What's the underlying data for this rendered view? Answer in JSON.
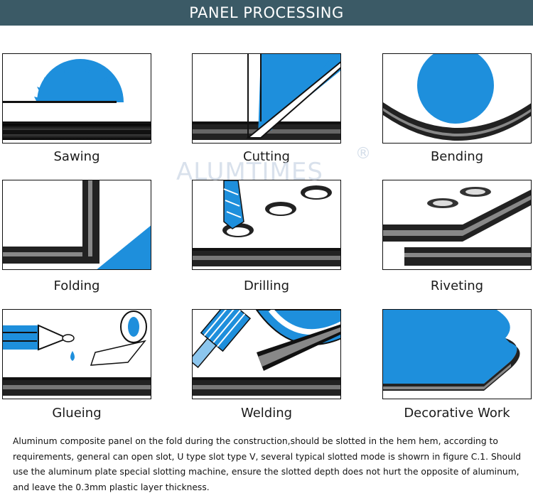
{
  "header": {
    "title": "PANEL PROCESSING"
  },
  "watermark": {
    "text": "ALUMTIMES",
    "mark": "®"
  },
  "panels": [
    {
      "label": "Sawing"
    },
    {
      "label": "Cutting"
    },
    {
      "label": "Bending"
    },
    {
      "label": "Folding"
    },
    {
      "label": "Drilling"
    },
    {
      "label": "Riveting"
    },
    {
      "label": "Glueing"
    },
    {
      "label": "Welding"
    },
    {
      "label": "Decorative Work"
    }
  ],
  "description": "Aluminum composite panel on the fold during the construction,should be slotted in the hem hem, according to requirements, general can open slot, U type slot type V, several typical slotted mode is showrn in figure C.1. Should use the aluminum plate special slotting machine, ensure the slotted depth does not hurt the opposite of aluminum, and leave the 0.3mm plastic layer thickness.",
  "colors": {
    "accent": "#1e8fdc",
    "header": "#3b5a66",
    "ink": "#111111"
  }
}
